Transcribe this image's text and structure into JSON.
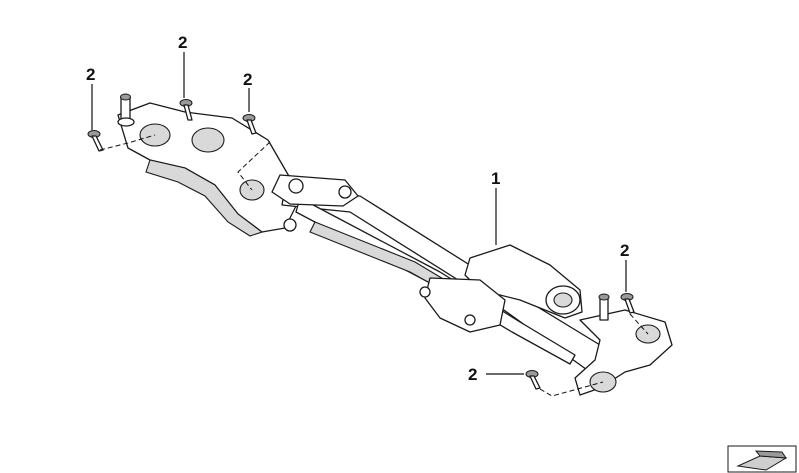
{
  "diagram": {
    "callouts": {
      "assembly": "1",
      "screw_top_left": "2",
      "screw_top_center": "2",
      "screw_top_right": "2",
      "screw_right": "2",
      "screw_bottom": "2"
    },
    "icons": {
      "corner": "ribbon-arrow-icon"
    },
    "colors": {
      "line": "#1a1a1a",
      "fill": "#ffffff",
      "shade": "#d9d9d9"
    }
  }
}
